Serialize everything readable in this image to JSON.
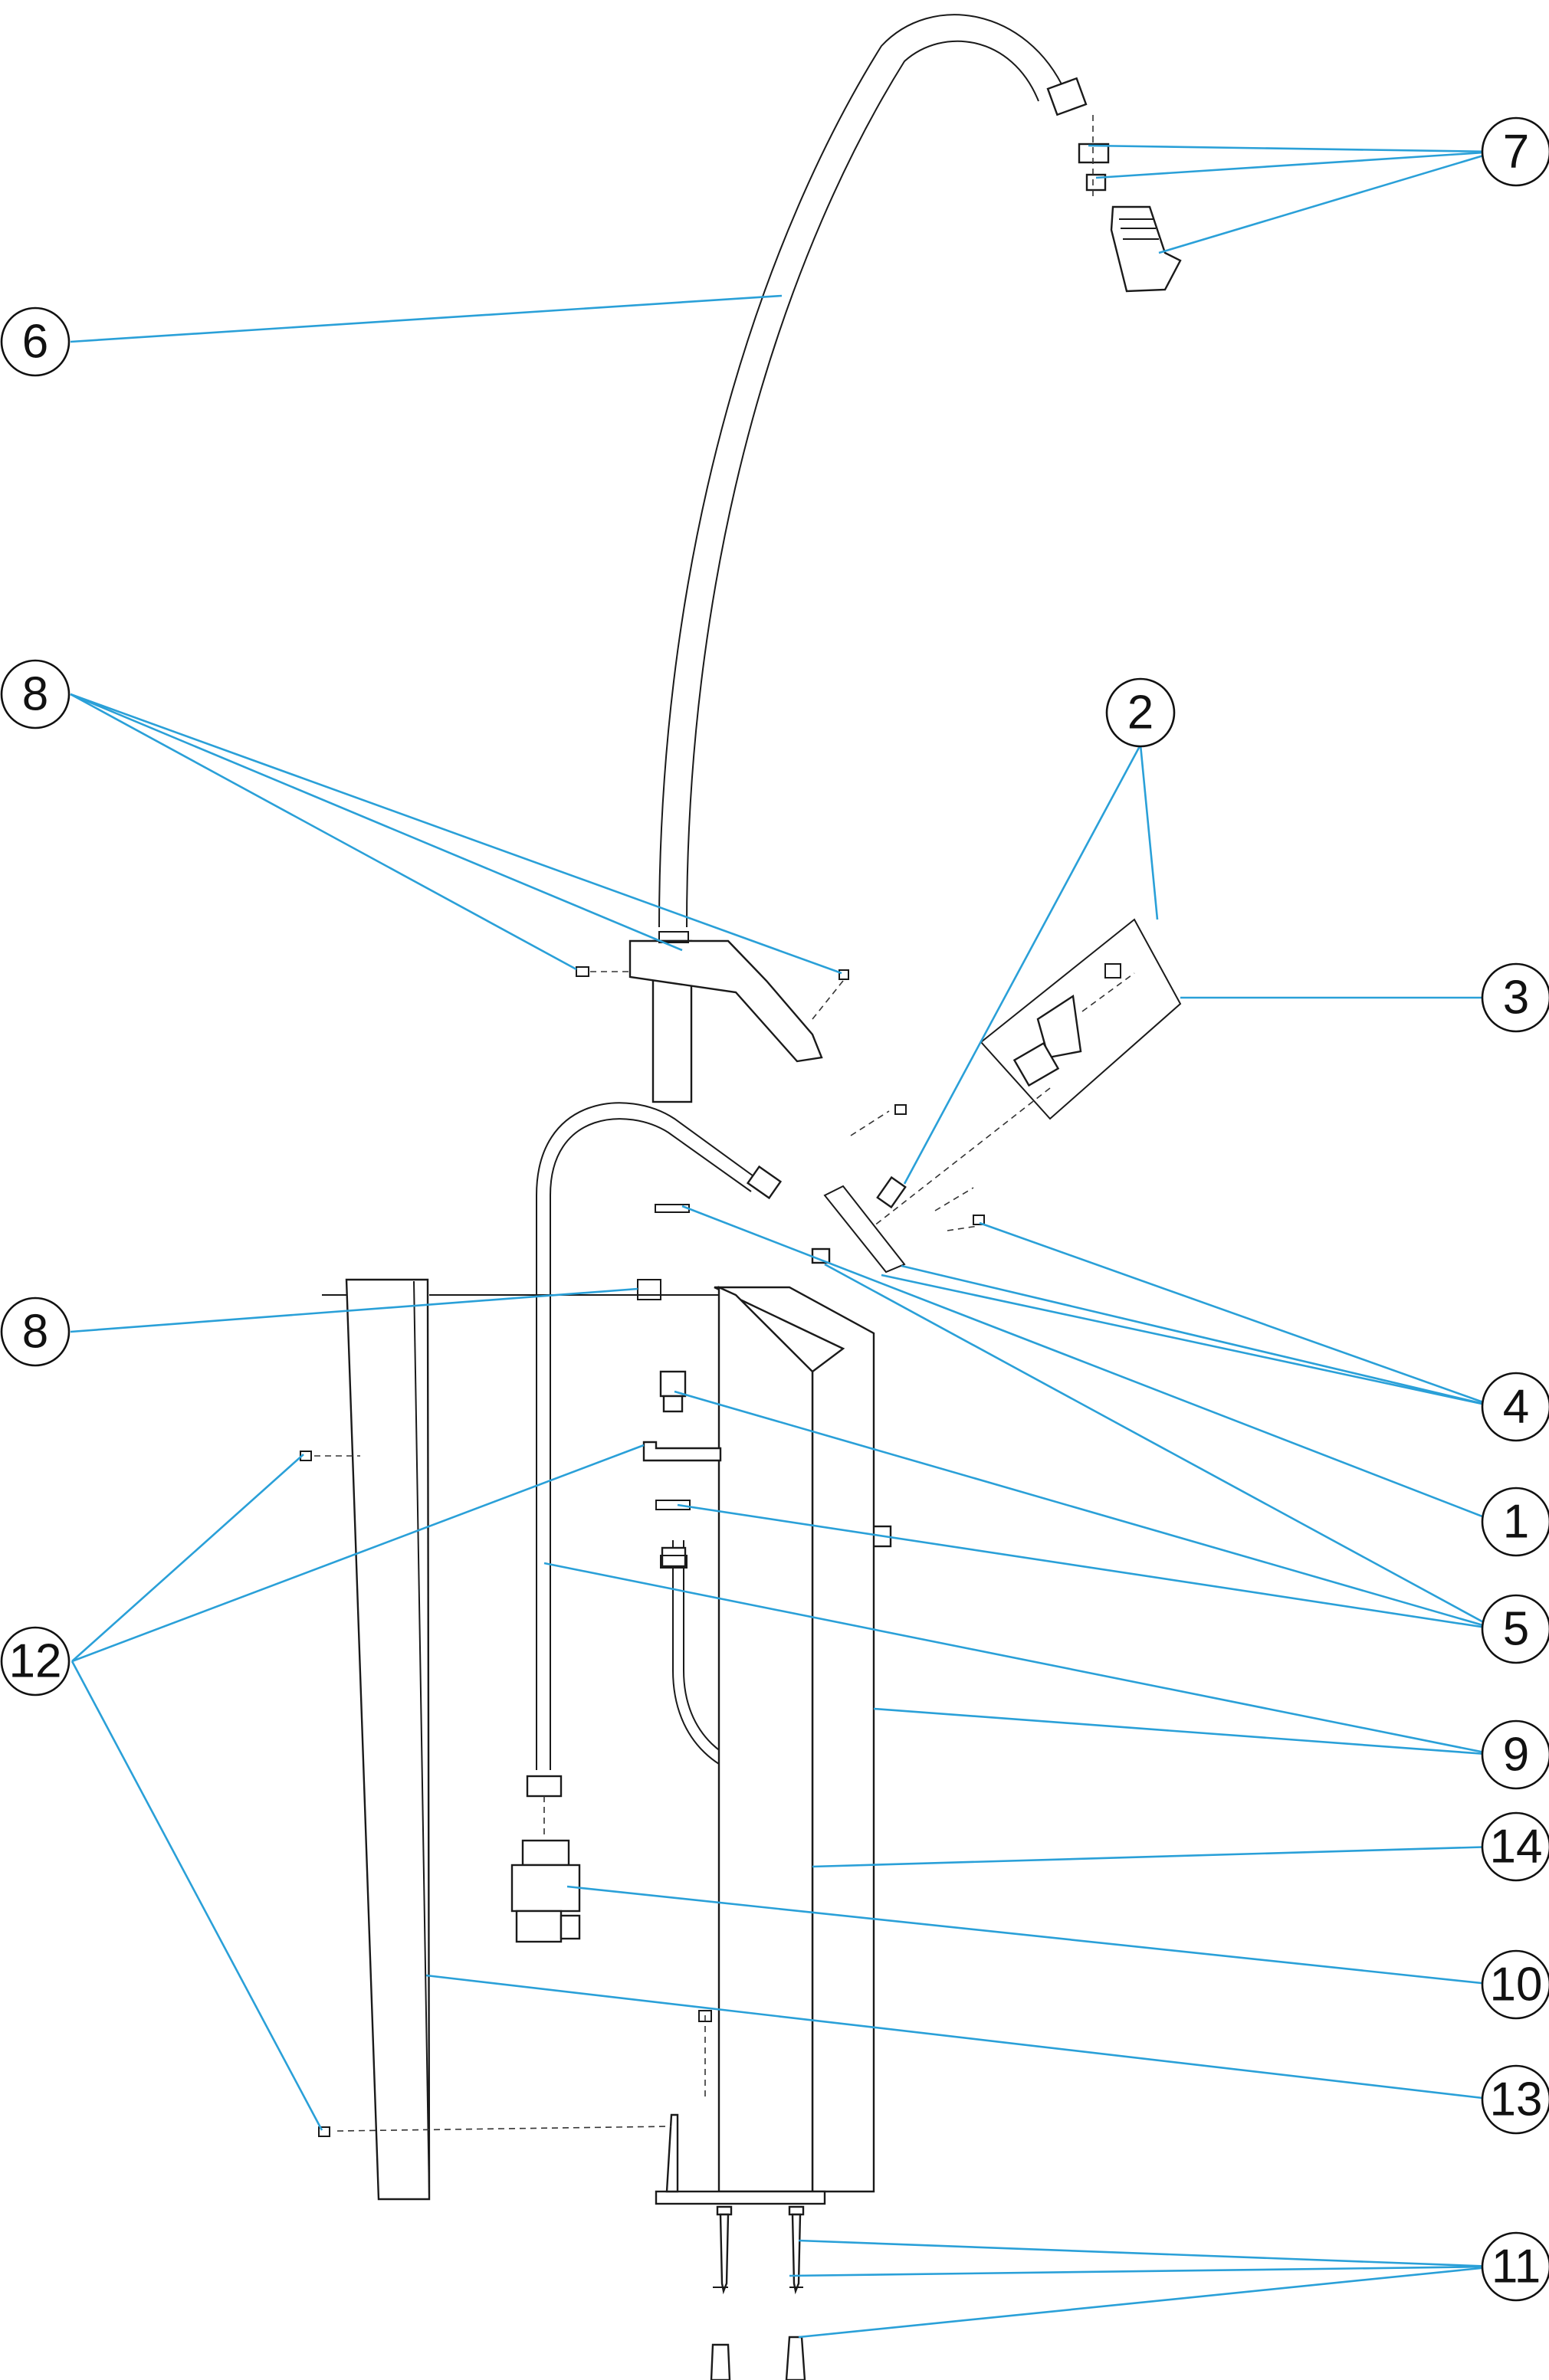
{
  "colors": {
    "leader": "#2aa0d8",
    "outline": "#1a1a1a"
  },
  "callouts": [
    {
      "label": "1"
    },
    {
      "label": "2"
    },
    {
      "label": "3"
    },
    {
      "label": "4"
    },
    {
      "label": "5"
    },
    {
      "label": "6"
    },
    {
      "label": "7"
    },
    {
      "label": "8"
    },
    {
      "label": "8"
    },
    {
      "label": "9"
    },
    {
      "label": "10"
    },
    {
      "label": "11"
    },
    {
      "label": "12"
    },
    {
      "label": "13"
    },
    {
      "label": "14"
    }
  ]
}
